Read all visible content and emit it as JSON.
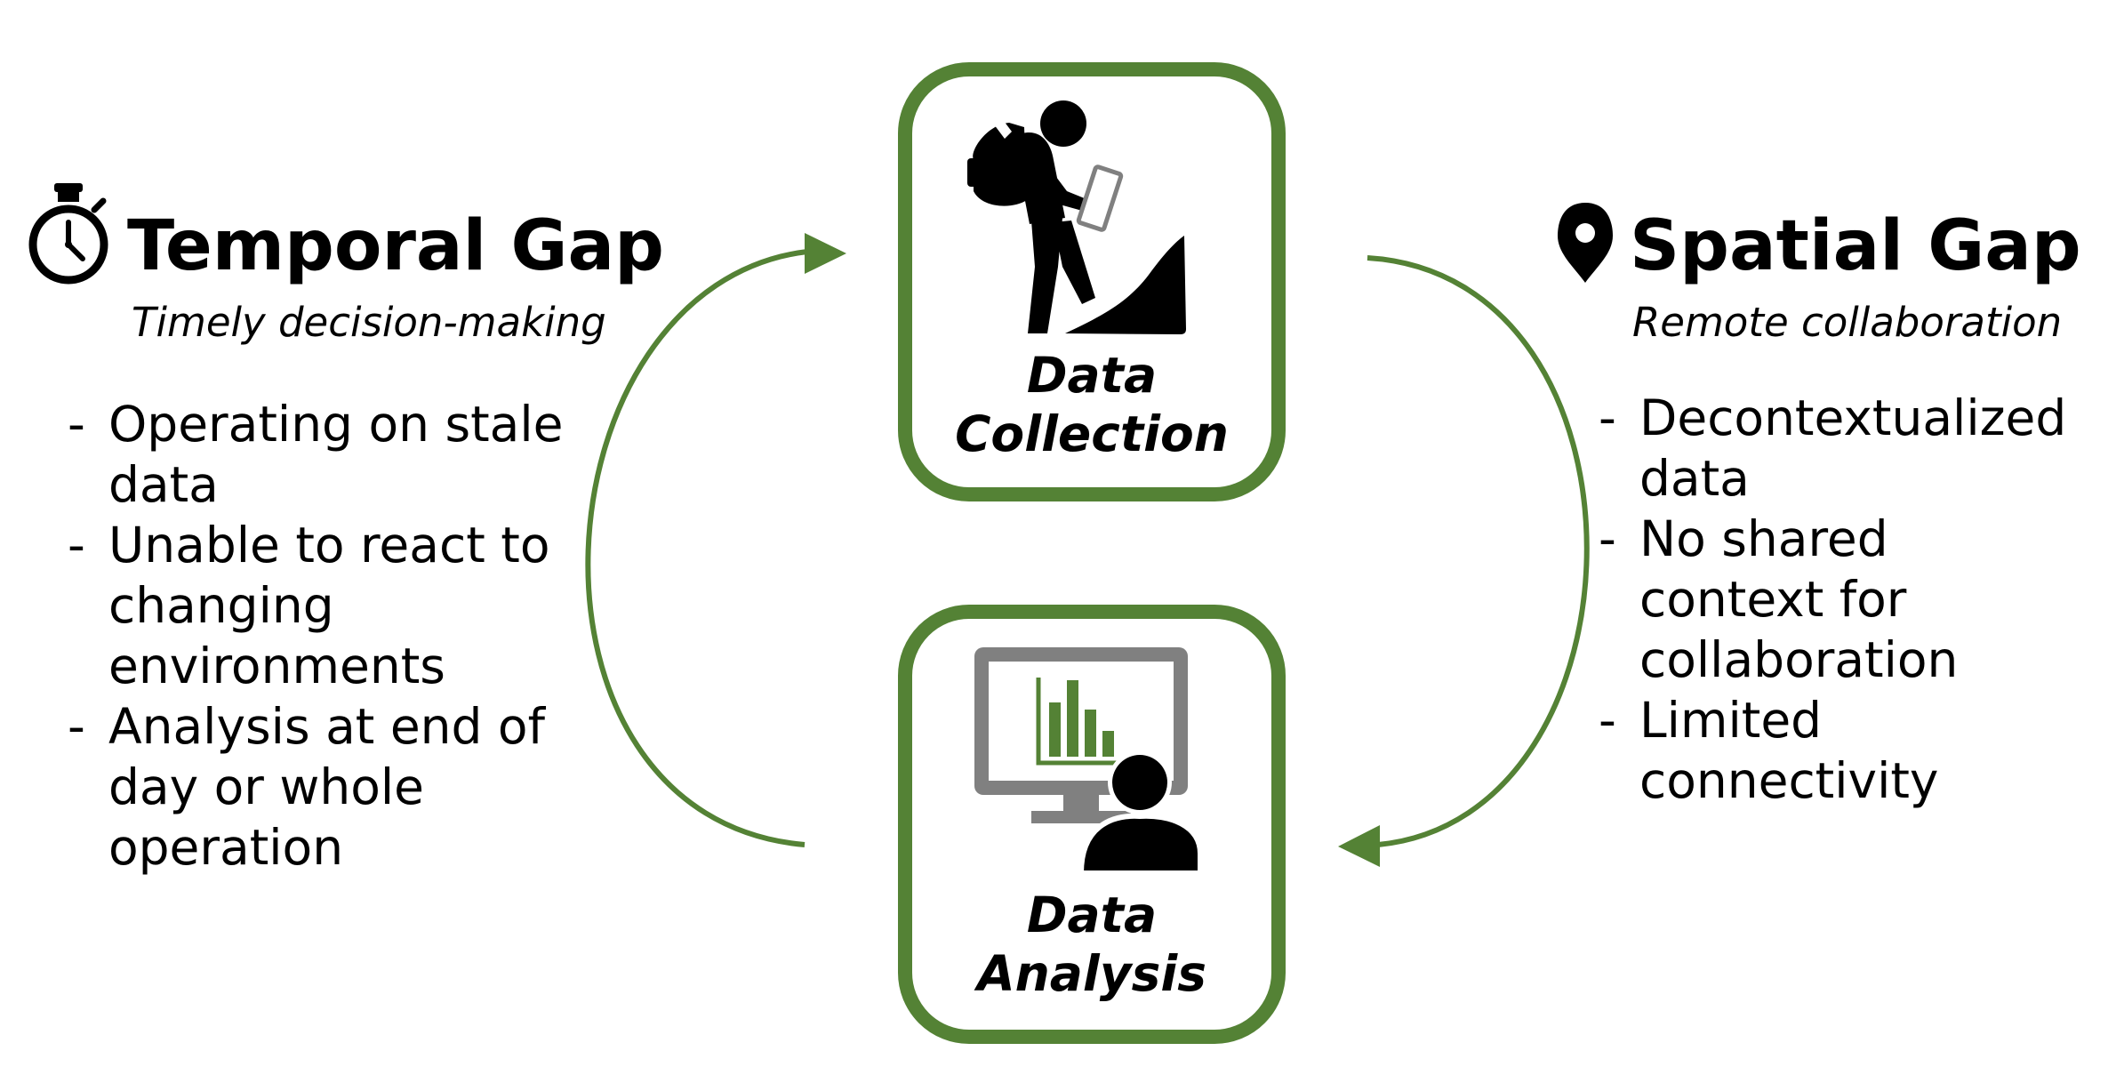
{
  "colors": {
    "accent": "#548235",
    "icon": "#000000",
    "monitor": "#808080"
  },
  "icons": {
    "temporal": "stopwatch-icon",
    "spatial": "location-pin-icon",
    "collection": "hiker-with-tablet-icon",
    "analysis": "person-at-monitor-icon"
  },
  "temporal": {
    "title": "Temporal Gap",
    "subtitle": "Timely decision-making",
    "items": [
      "Operating on stale data",
      "Unable to react to changing environments",
      "Analysis at end of day or whole operation"
    ]
  },
  "spatial": {
    "title": "Spatial Gap",
    "subtitle": "Remote collaboration",
    "items": [
      "Decontextualized data",
      "No shared context for collaboration",
      "Limited connectivity"
    ]
  },
  "collection": {
    "line1": "Data",
    "line2": "Collection"
  },
  "analysis": {
    "line1": "Data",
    "line2": "Analysis"
  }
}
